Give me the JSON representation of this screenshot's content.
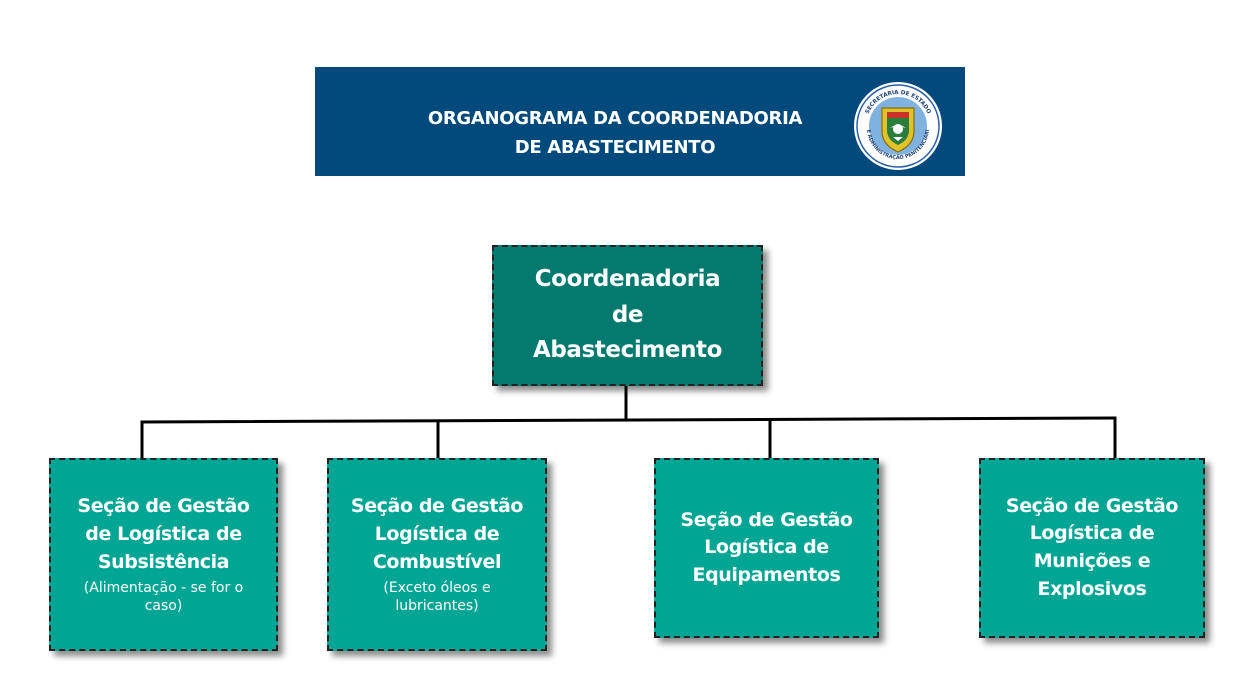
{
  "banner": {
    "title_line1": "ORGANOGRAMA DA COORDENADORIA",
    "title_line2": "DE ABASTECIMENTO",
    "seal_text_top": "SECRETARIA DE ESTADO",
    "seal_text_bottom": "DE ADMINISTRAÇÃO PENITENCIÁRIA",
    "color": "#034a7c"
  },
  "root": {
    "title": "Coordenadoria de Abastecimento",
    "color": "#047a6e"
  },
  "children": [
    {
      "title_lines": [
        "Seção de Gestão",
        "de Logística de",
        "Subsistência"
      ],
      "note": "(Alimentação - se for o caso)"
    },
    {
      "title_lines": [
        "Seção de Gestão",
        "Logística de",
        "Combustível"
      ],
      "note": "(Exceto óleos e lubricantes)"
    },
    {
      "title_lines": [
        "Seção de Gestão",
        "Logística de",
        "Equipamentos"
      ],
      "note": ""
    },
    {
      "title_lines": [
        "Seção de Gestão",
        "Logística de",
        "Munições e",
        "Explosivos"
      ],
      "note": ""
    }
  ],
  "colors": {
    "child_box": "#00a693",
    "connector": "#000000"
  }
}
